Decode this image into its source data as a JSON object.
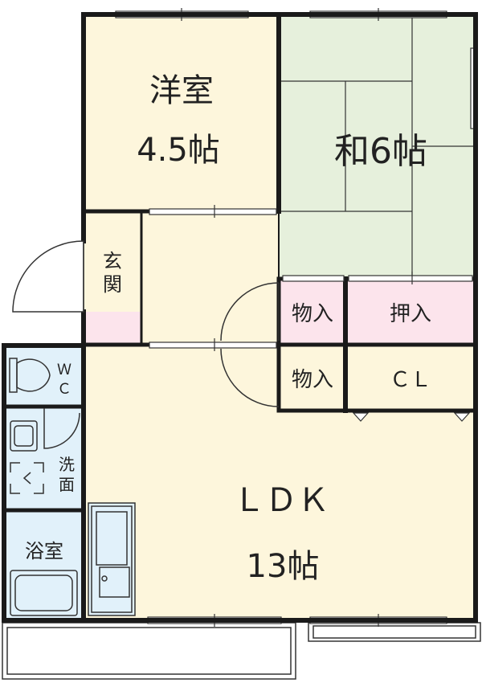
{
  "rooms": {
    "western_room": {
      "name": "洋室",
      "size": "4.5帖"
    },
    "japanese_room": {
      "name": "和6帖"
    },
    "entrance": {
      "name_line1": "玄",
      "name_line2": "関"
    },
    "storage_upper": {
      "name": "物入"
    },
    "oshiire": {
      "name": "押入"
    },
    "storage_lower": {
      "name": "物入"
    },
    "closet": {
      "name": "ＣＬ"
    },
    "toilet": {
      "line1": "Ｗ",
      "line2": "Ｃ"
    },
    "washroom": {
      "line1": "洗",
      "line2": "面"
    },
    "bathroom": {
      "name": "浴室"
    },
    "ldk": {
      "name": "ＬＤＫ",
      "size": "13帖"
    }
  },
  "colors": {
    "wall": "#1a1a1a",
    "western_floor": "#fdf6dc",
    "tatami": "#e6f0dc",
    "storage": "#fce4ec",
    "wet_area": "#e1f1fa",
    "ldk_floor": "#fdf6dc"
  }
}
